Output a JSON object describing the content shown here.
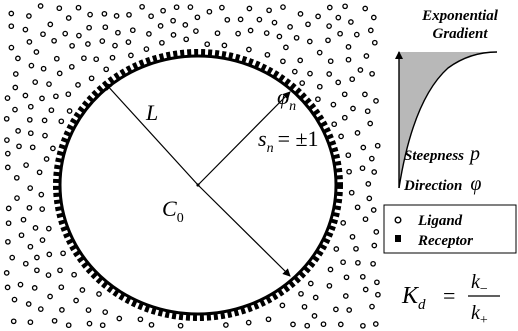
{
  "gradient_panel": {
    "title_line1": "Exponential",
    "title_line2": "Gradient",
    "steepness_label": "Steepness",
    "steepness_symbol": "p",
    "direction_label": "Direction",
    "direction_symbol": "φ"
  },
  "cell": {
    "radius_label": "L",
    "center_label": "C",
    "center_sub": "0",
    "angle_label": "φ",
    "angle_sub": "n",
    "state_label": "s",
    "state_sub": "n",
    "state_value": "= ±1"
  },
  "legend": {
    "ligand": "Ligand",
    "receptor": "Receptor"
  },
  "formula": {
    "lhs": "K",
    "lhs_sub": "d",
    "equals": "=",
    "numerator": "k",
    "numerator_sub": "−",
    "denominator": "k",
    "denominator_sub": "+"
  },
  "colors": {
    "ink": "#000000",
    "gradient_fill": "#b8b8b8",
    "background": "#ffffff"
  }
}
